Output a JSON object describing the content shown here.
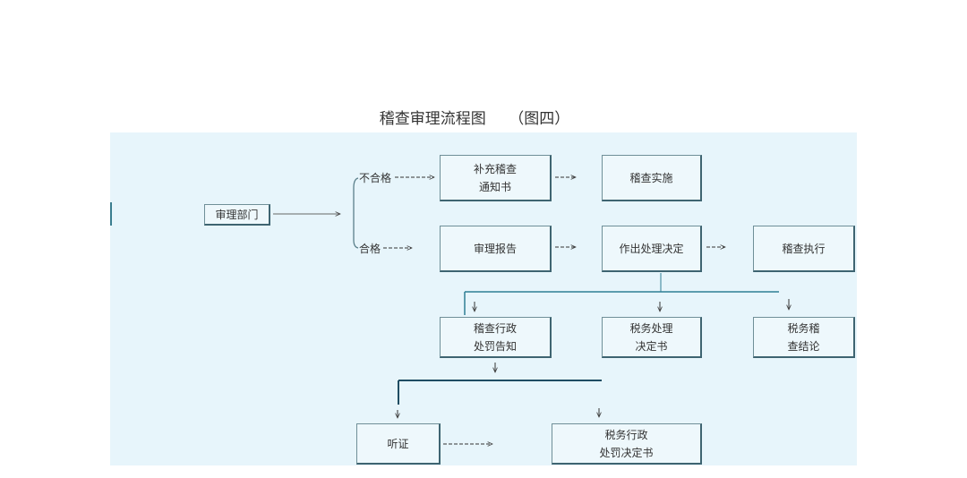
{
  "title": "稽查审理流程图　　（图四）",
  "nodes": {
    "dept": "审理部门",
    "supplement_l1": "补充稽查",
    "supplement_l2": "通知书",
    "implement": "稽查实施",
    "report": "审理报告",
    "decision": "作出处理决定",
    "execute": "稽查执行",
    "penalty_notice_l1": "稽查行政",
    "penalty_notice_l2": "处罚告知",
    "tax_decision_l1": "税务处理",
    "tax_decision_l2": "决定书",
    "conclusion_l1": "税务稽",
    "conclusion_l2": "查结论",
    "hearing": "听证",
    "penalty_decision_l1": "税务行政",
    "penalty_decision_l2": "处罚决定书"
  },
  "labels": {
    "fail": "不合格",
    "pass": "合格"
  },
  "colors": {
    "panel": "#e7f5fb",
    "line": "#5a7f8a",
    "accent": "#2f6f83"
  }
}
